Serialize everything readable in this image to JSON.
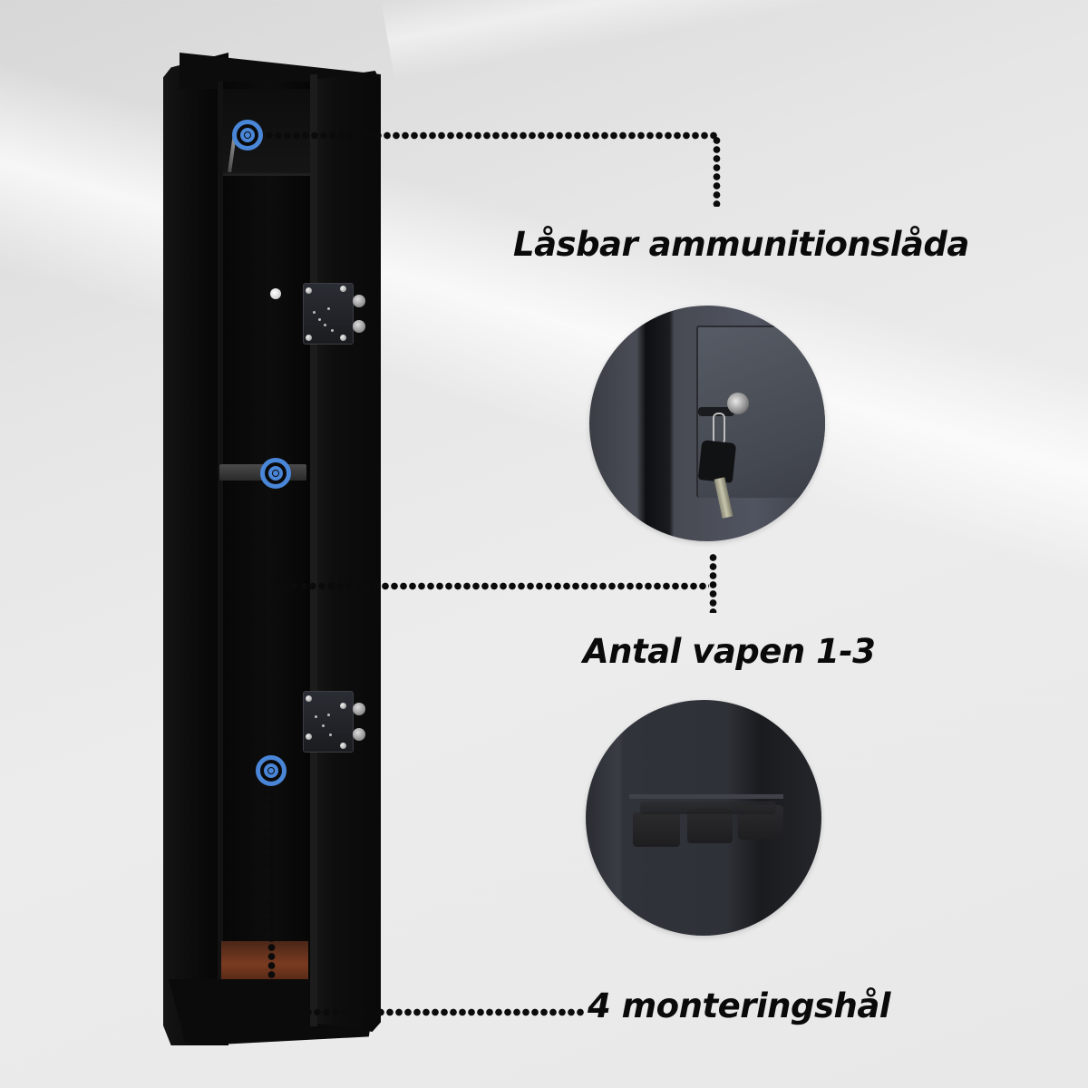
{
  "product": {
    "name": "Gun safe with 3 gun slots, open door",
    "colors": {
      "safe": "#0a0a0a",
      "marker": "#4a86d8",
      "leader_dots": "#0b0b0b",
      "background": "#e8e8e8",
      "label_text": "#0a0a0a"
    }
  },
  "callouts": [
    {
      "id": "ammo-box",
      "label": "Låsbar ammunitionslåda",
      "marker_icon": "target-icon",
      "detail_image": "Close-up of lockable ammunition drawer with key in lock"
    },
    {
      "id": "gun-rack",
      "label": "Antal vapen 1-3",
      "marker_icon": "target-icon",
      "detail_image": "Close-up of foam gun rack with three slots"
    },
    {
      "id": "mounting-holes",
      "label": "4 monteringshål",
      "marker_icon": "target-icon"
    }
  ]
}
